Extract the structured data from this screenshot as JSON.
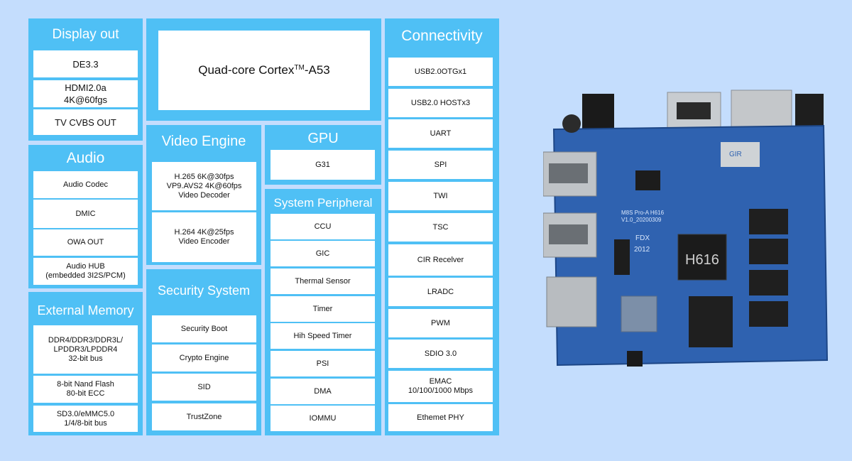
{
  "display_out": {
    "title": "Display out",
    "items": [
      "DE3.3",
      "HDMI2.0a\n4K@60fgs",
      "TV CVBS OUT"
    ]
  },
  "cpu": {
    "label_main": "Quad-core Cortex",
    "label_sup": "TM",
    "label_tail": "-A53"
  },
  "connectivity": {
    "title": "Connectivity",
    "items": [
      "USB2.0OTGx1",
      "USB2.0 HOSTx3",
      "UART",
      "SPI",
      "TWI",
      "TSC",
      "CIR Recelver",
      "LRADC",
      "PWM",
      "SDIO 3.0",
      "EMAC\n10/100/1000 Mbps",
      "Ethemet PHY"
    ]
  },
  "audio": {
    "title": "Audio",
    "items": [
      "Audio Codec",
      "DMIC",
      "OWA OUT",
      "Audio HUB\n(embedded 3I2S/PCM)"
    ]
  },
  "video_engine": {
    "title": "Video Engine",
    "items": [
      "H.265 6K@30fps\nVP9.AVS2 4K@60fps\nVideo Decoder",
      "H.264 4K@25fps\nVideo Encoder"
    ]
  },
  "gpu": {
    "title": "GPU",
    "items": [
      "G31"
    ]
  },
  "system_peripheral": {
    "title": "System Peripheral",
    "items": [
      "CCU",
      "GIC",
      "Thermal Sensor",
      "Timer",
      "Hih Speed Timer",
      "PSI",
      "DMA",
      "IOMMU"
    ]
  },
  "external_memory": {
    "title": "External Memory",
    "items": [
      "DDR4/DDR3/DDR3L/\nLPDDR3/LPDDR4\n32-bit bus",
      "8-bit Nand Flash\n80-bit ECC",
      "SD3.0/eMMC5.0\n1/4/8-bit bus"
    ]
  },
  "security_system": {
    "title": "Security System",
    "items": [
      "Security Boot",
      "Crypto Engine",
      "SID",
      "TrustZone"
    ]
  },
  "board": {
    "chip_label": "H616",
    "silk_model": "M8S Pro-A H616",
    "silk_version": "V1.0_20200309",
    "silk_fdx": "FDX",
    "silk_year": "2012",
    "module_label": "GIR"
  },
  "colors": {
    "background": "#c4ddfd",
    "panel": "#4fc0f5",
    "box": "#ffffff",
    "board": "#2f62b0"
  }
}
